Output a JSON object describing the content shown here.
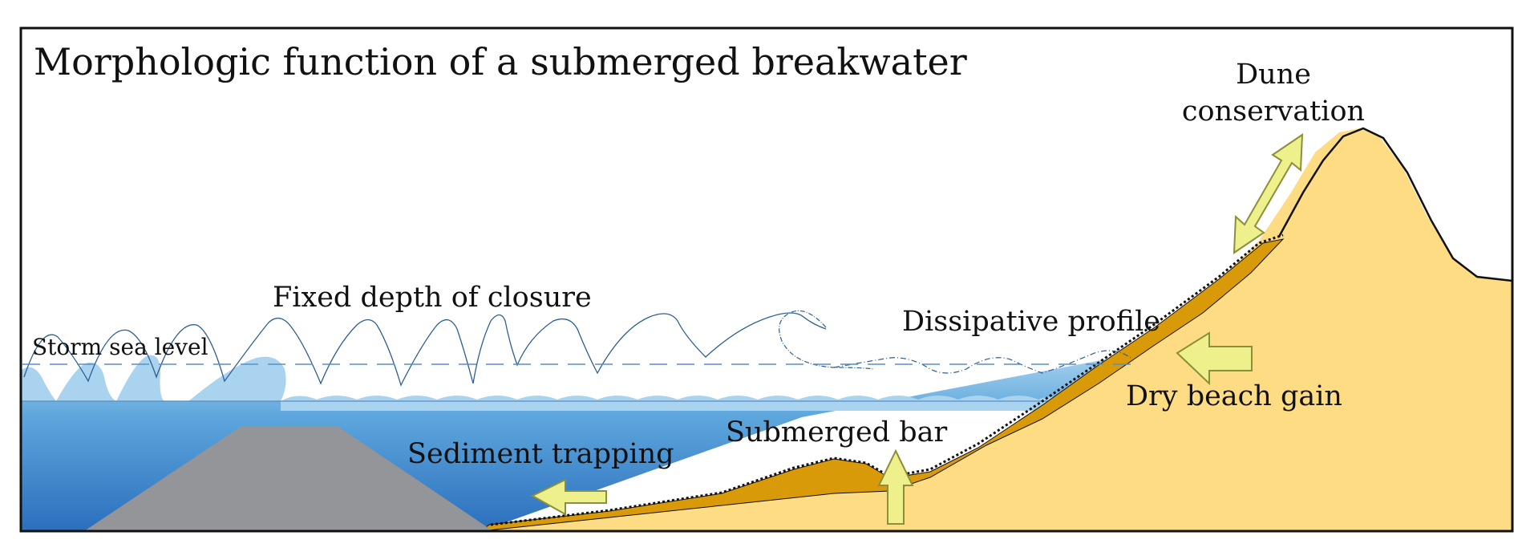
{
  "title": "Morphologic function of a submerged breakwater",
  "labels": {
    "dune_line1": "Dune",
    "dune_line2": "conservation",
    "closure": "Fixed depth of closure",
    "dissipative": "Dissipative profile",
    "storm": "Storm sea level",
    "dry_beach": "Dry beach gain",
    "submerged_bar": "Submerged bar",
    "sediment": "Sediment trapping"
  },
  "colors": {
    "sea_top": "#a9d3ee",
    "sea_bottom": "#2b77c3",
    "sand": "#fedc84",
    "sand_deposit": "#d99a0a",
    "breakwater": "#939598",
    "arrow_fill": "#eef08c",
    "arrow_stroke": "#8a8f38",
    "wave_line": "#2f5f90",
    "dashed_level": "#5a8ec4"
  }
}
